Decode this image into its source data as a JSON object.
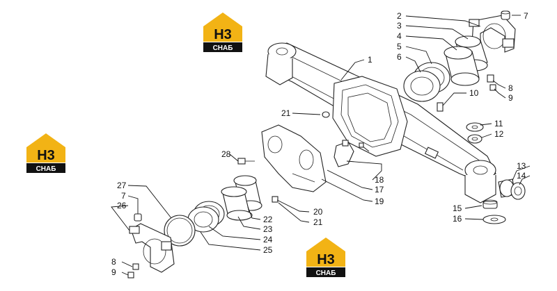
{
  "logo": {
    "mark": "H3",
    "text": "CHAБ",
    "accent_color": "#f2b315",
    "dark_color": "#111111"
  },
  "callouts": {
    "n1": "1",
    "n2": "2",
    "n3": "3",
    "n4": "4",
    "n5": "5",
    "n6": "6",
    "n7": "7",
    "n8": "8",
    "n9": "9",
    "n10": "10",
    "n11": "11",
    "n12": "12",
    "n13": "13",
    "n14": "14",
    "n15": "15",
    "n16": "16",
    "n17": "17",
    "n18": "18",
    "n19": "19",
    "n20": "20",
    "n21": "21",
    "n22": "22",
    "n23": "23",
    "n24": "24",
    "n25": "25",
    "n26": "26",
    "n27": "27",
    "n28": "28"
  }
}
